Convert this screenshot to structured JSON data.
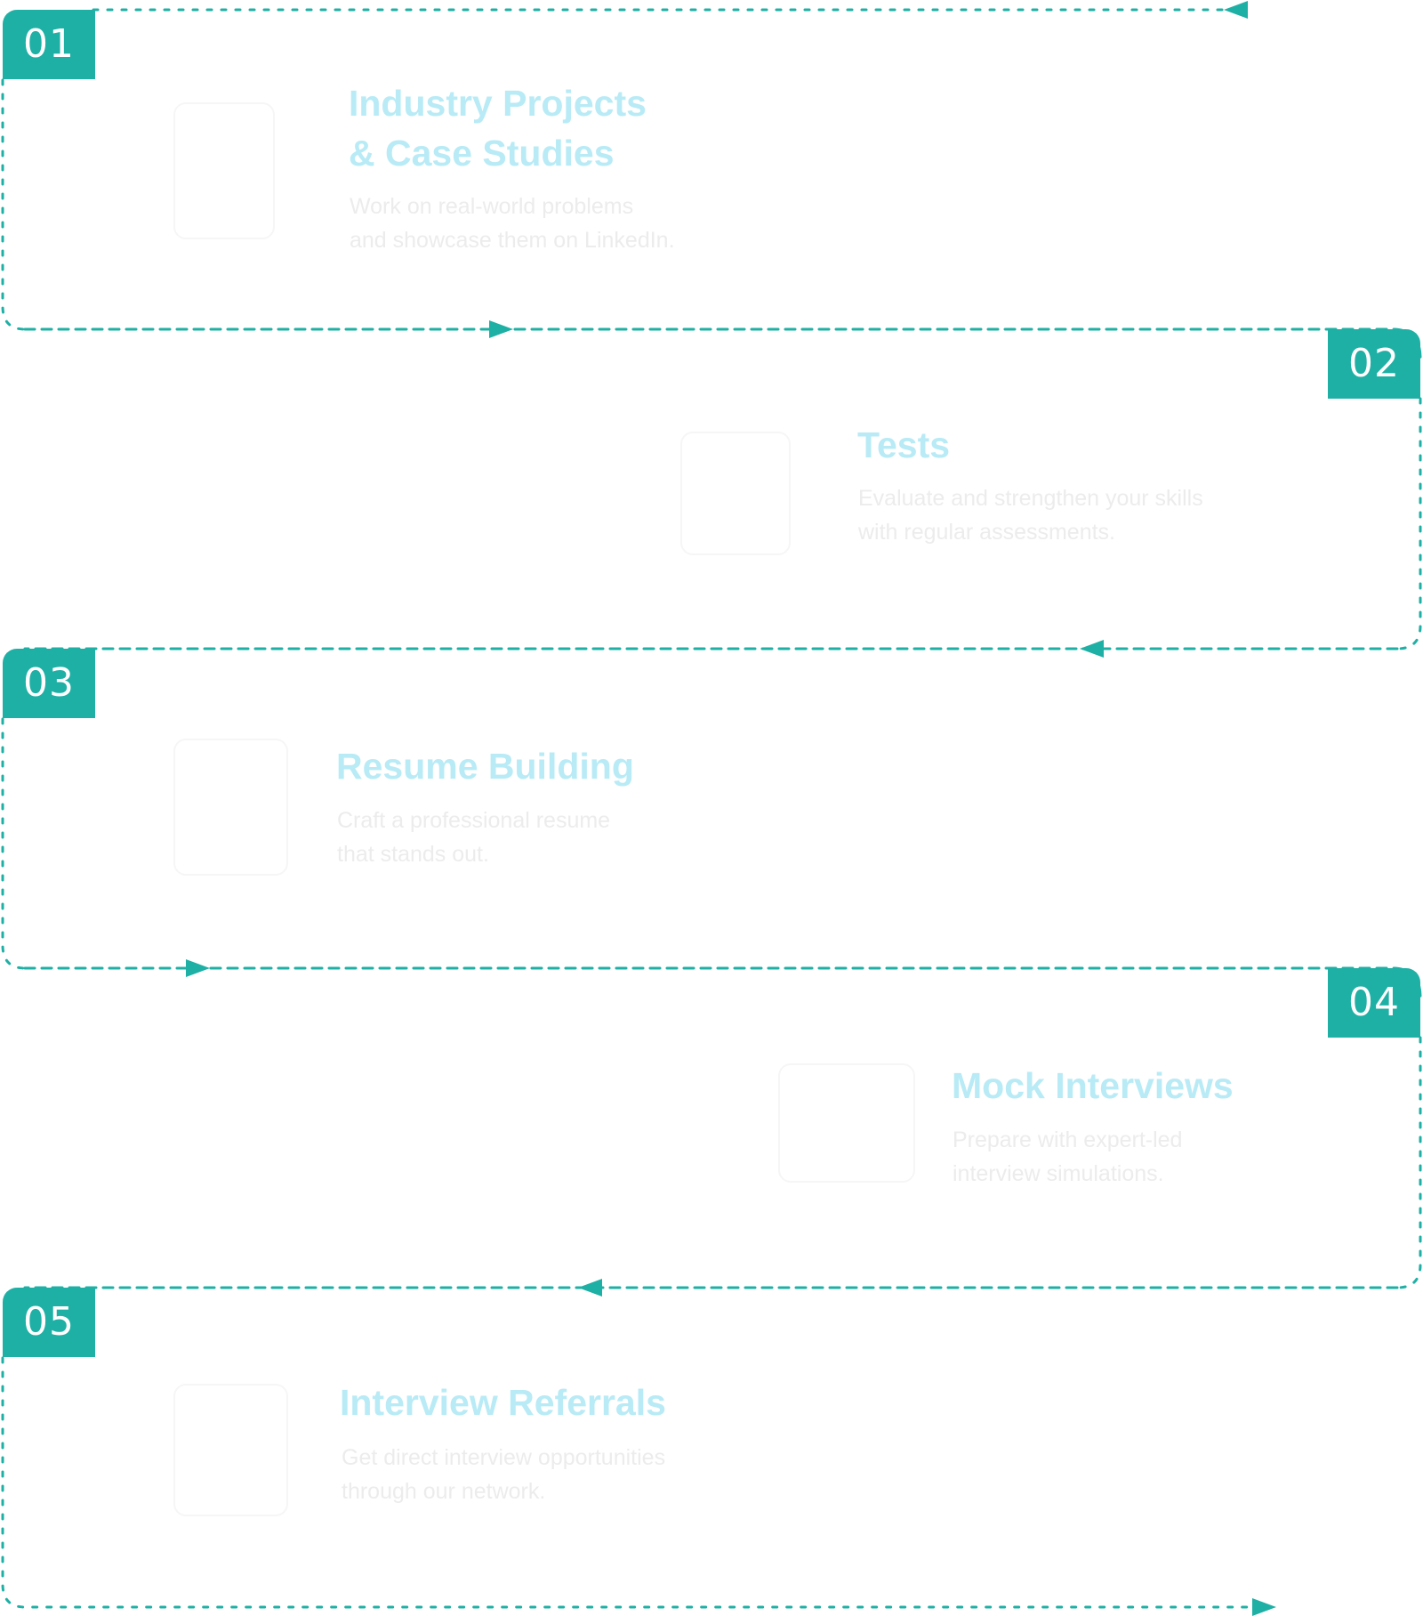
{
  "colors": {
    "accent": "#1fb0a5",
    "title": "#b8ebf6",
    "description": "#ececec",
    "background": "#ffffff"
  },
  "steps": [
    {
      "number": "01",
      "title": "Industry Projects\n& Case Studies",
      "description": "Work on real-world problems\nand showcase them on LinkedIn.",
      "icon": "project-icon"
    },
    {
      "number": "02",
      "title": "Tests",
      "description": "Evaluate and strengthen your skills\nwith regular assessments.",
      "icon": "test-icon"
    },
    {
      "number": "03",
      "title": "Resume Building",
      "description": "Craft a professional resume\nthat stands out.",
      "icon": "resume-icon"
    },
    {
      "number": "04",
      "title": "Mock Interviews",
      "description": "Prepare with expert-led\ninterview simulations.",
      "icon": "interview-icon"
    },
    {
      "number": "05",
      "title": "Interview Referrals",
      "description": "Get direct interview opportunities\nthrough our network.",
      "icon": "referral-icon"
    }
  ]
}
